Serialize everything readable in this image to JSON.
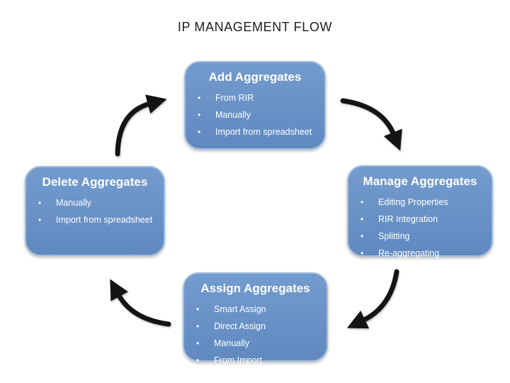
{
  "title": "IP MANAGEMENT FLOW",
  "bullet_glyph": "•",
  "colors": {
    "title_text": "#1c1c1c",
    "box_fill_top": "#739bce",
    "box_fill_bottom": "#6089c0",
    "box_border": "#a2bcdc",
    "box_text": "#ffffff",
    "arrow": "#141414"
  },
  "boxes": [
    {
      "id": "add",
      "title": "Add Aggregates",
      "items": [
        "From RIR",
        "Manually",
        "Import from spreadsheet"
      ]
    },
    {
      "id": "manage",
      "title": "Manage Aggregates",
      "items": [
        "Editing Properties",
        "RIR Integration",
        "Splitting",
        "Re-aggregating"
      ]
    },
    {
      "id": "assign",
      "title": "Assign Aggregates",
      "items": [
        "Smart Assign",
        "Direct Assign",
        "Manually",
        "From Import"
      ]
    },
    {
      "id": "delete",
      "title": "Delete Aggregates",
      "items": [
        "Manually",
        "Import from spreadsheet"
      ]
    }
  ],
  "arrows": [
    {
      "name": "add-to-manage"
    },
    {
      "name": "manage-to-assign"
    },
    {
      "name": "assign-to-delete"
    },
    {
      "name": "delete-to-add"
    }
  ]
}
